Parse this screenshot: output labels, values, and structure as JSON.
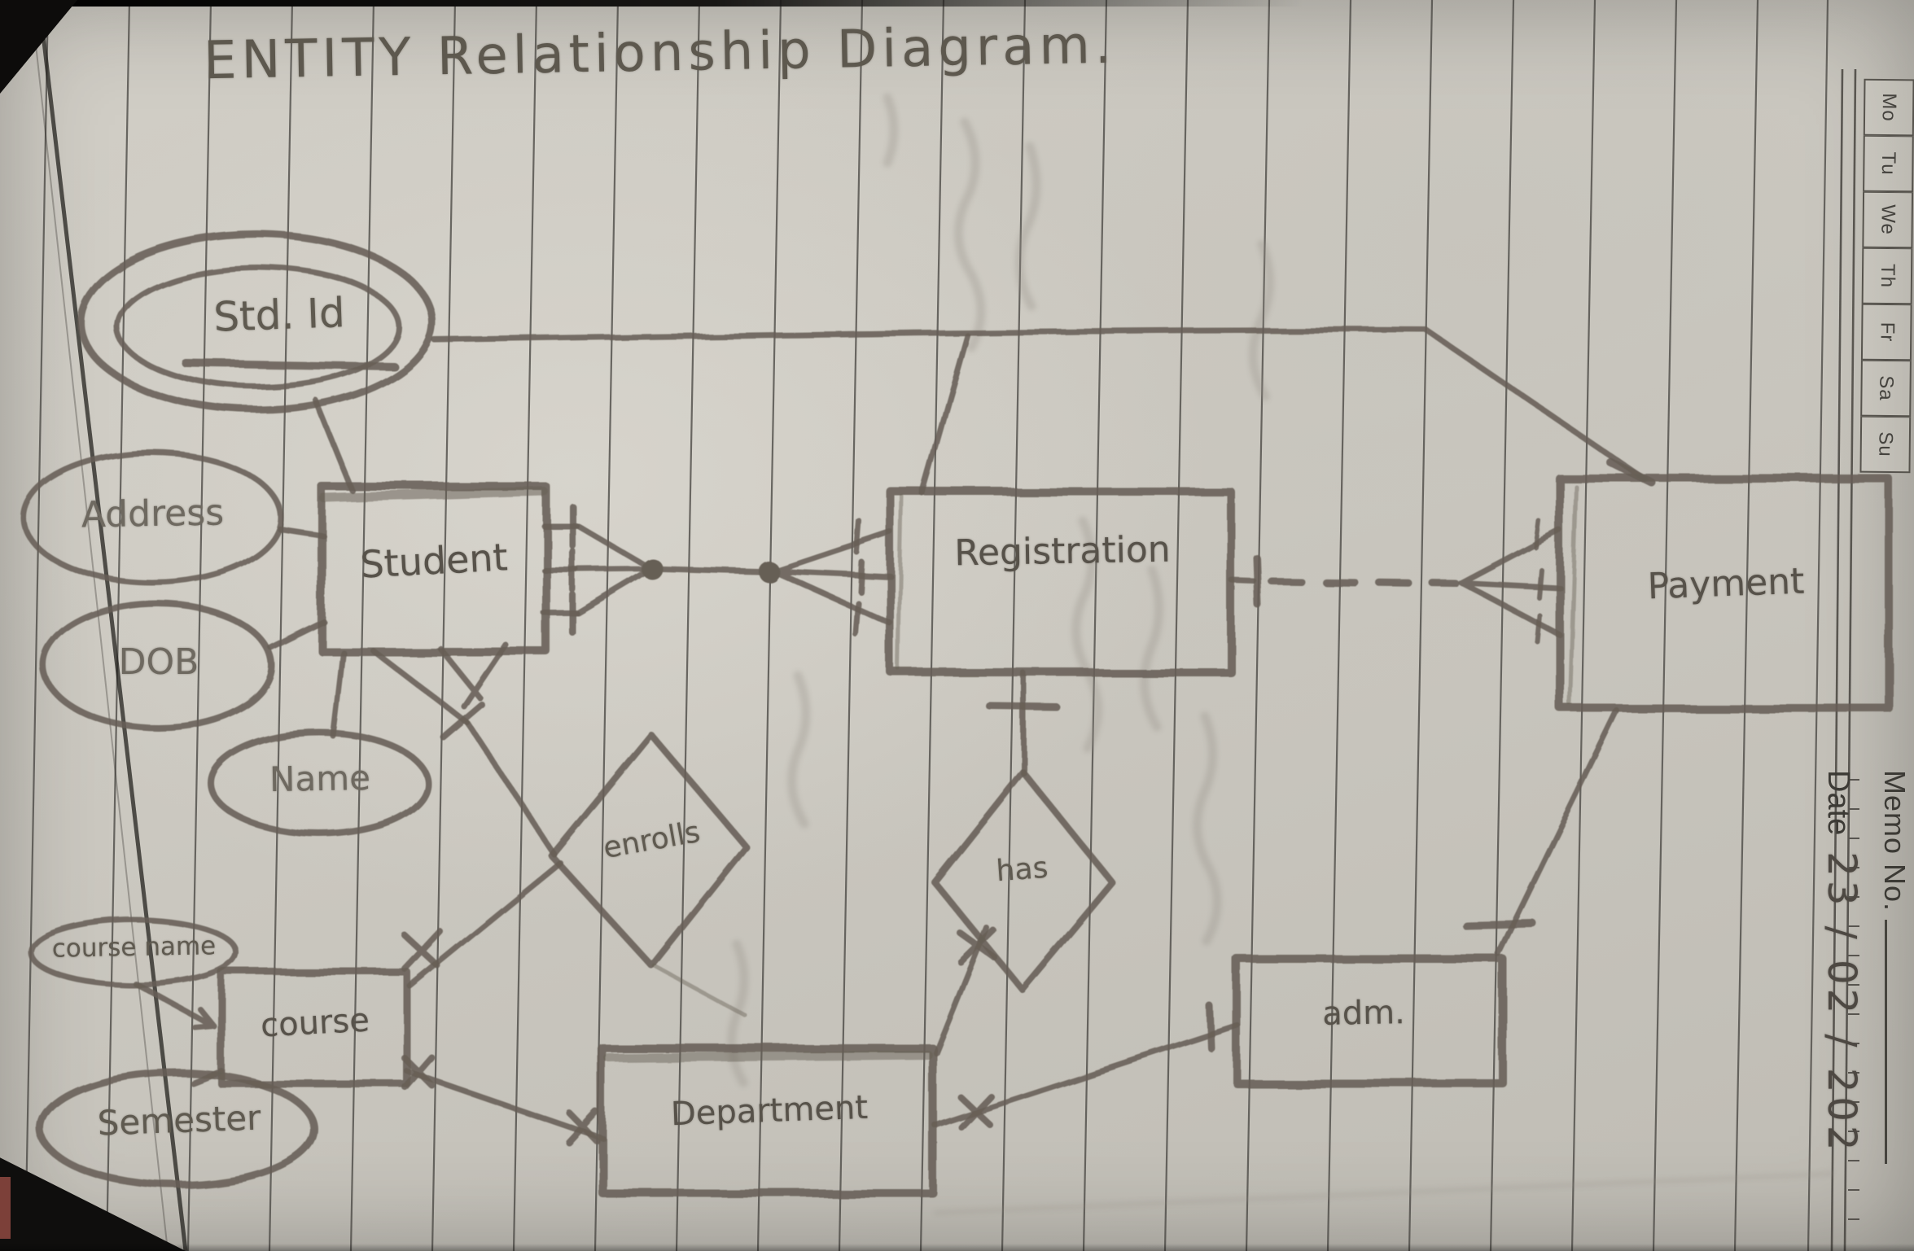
{
  "title": "ENTITY Relationship Diagram.",
  "entities": {
    "student": {
      "label": "Student"
    },
    "registration": {
      "label": "Registration"
    },
    "payment": {
      "label": "Payment"
    },
    "course": {
      "label": "course"
    },
    "department": {
      "label": "Department"
    },
    "admission": {
      "label": "adm."
    }
  },
  "attributes": {
    "std_id": {
      "label": "Std. Id"
    },
    "address": {
      "label": "Address"
    },
    "dob": {
      "label": "DOB"
    },
    "name": {
      "label": "Name"
    },
    "course_name": {
      "label": "course name"
    },
    "semester": {
      "label": "Semester"
    }
  },
  "relationships": {
    "enrolls": {
      "label": "enrolls"
    },
    "has": {
      "label": "has"
    }
  },
  "memo": {
    "memo_no_label": "Memo No.",
    "date_label": "Date",
    "date_value": "23 / 02 / 202",
    "days": [
      "Mo",
      "Tu",
      "We",
      "Th",
      "Fr",
      "Sa",
      "Su"
    ]
  },
  "colors": {
    "pencil": "#665f55",
    "paper": "#cdcac2",
    "rule": "#45433f"
  }
}
